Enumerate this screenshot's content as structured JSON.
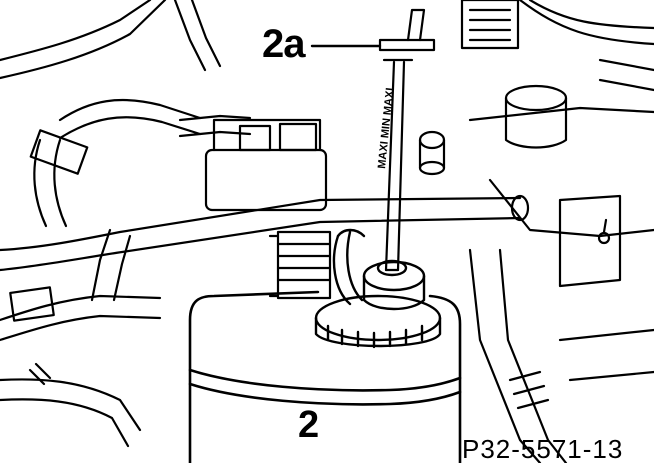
{
  "labels": {
    "dipstick": "2a",
    "reservoir": "2",
    "figure_code": "P32-5571-13",
    "dipstick_marking": "MAXI MIN MAXI"
  },
  "colors": {
    "ink": "#000000",
    "paper": "#ffffff"
  }
}
